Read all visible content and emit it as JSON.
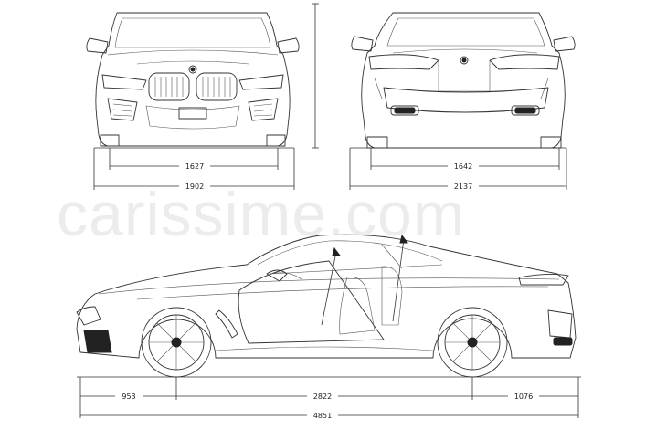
{
  "watermark": "carissime.com",
  "dimensions": {
    "front_track": "1627",
    "front_width": "1902",
    "rear_track": "1642",
    "rear_width": "2137",
    "front_overhang": "953",
    "wheelbase": "2822",
    "rear_overhang": "1076",
    "overall_length": "4851"
  }
}
